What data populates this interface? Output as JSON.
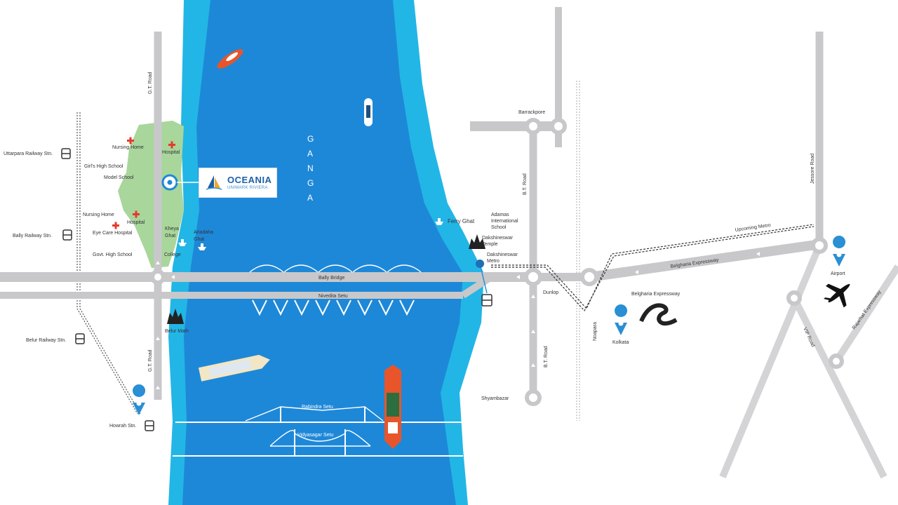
{
  "colors": {
    "river_dark": "#1e88d8",
    "river_light": "#22b6e6",
    "road": "#c8c8ca",
    "green": "#a8d69b",
    "pin": "#2a8fd4",
    "hospital": "#e63a2e"
  },
  "river": {
    "name_letters": [
      "G",
      "A",
      "N",
      "G",
      "A"
    ]
  },
  "brand": {
    "name": "OCEANIA",
    "subtitle": "UNIMARK RIVIERA"
  },
  "labels": {
    "gt_road_top": "G.T. Road",
    "gt_road_bottom": "G.T. Road",
    "bt_road_top": "B.T. Road",
    "bt_road_bottom": "B.T. Road",
    "jessore_road": "Jessore Road",
    "vip_road": "VIP Road",
    "rajarhat_expressway": "Rajarhat Expressway",
    "belgharia_expressway_road": "Belgharia Expressway",
    "belgharia_expressway_icon": "Belgharia Expressway",
    "upcoming_metro": "Upcoming Metro",
    "bally_bridge": "Bally Bridge",
    "nivedita_setu": "Nivedita Setu",
    "rabindra_setu": "Rabindra Setu",
    "vidyasagar_setu": "Vidyasagar Setu",
    "noapara": "Noapara",
    "barrackpore": "Barrackpore",
    "dunlop": "Dunlop",
    "shyambazar": "Shyambazar",
    "kolkata": "Kolkata",
    "airport": "Airport",
    "uttarpara_stn": "Uttarpara Railway Stn.",
    "bally_stn": "Bally Railway Stn.",
    "belur_stn": "Belur Railway Stn.",
    "howrah_stn": "Howrah Stn.",
    "nursing_home_1": "Nursing Home",
    "hospital_1": "Hospital",
    "girls_high_school": "Girl's High School",
    "model_school": "Model School",
    "nursing_home_2": "Nursing Home",
    "hospital_2": "Hospital",
    "eye_care_hospital": "Eye Care Hospital",
    "govt_high_school": "Govt. High School",
    "kheya_ghat_1": "Kheya",
    "kheya_ghat_2": "Ghat",
    "college": "College",
    "ariadaha_ghat_1": "Ariadaha",
    "ariadaha_ghat_2": "Ghat",
    "belur_math": "Belur Math",
    "ferry_ghat": "Ferry Ghat",
    "adamas_1": "Adamas",
    "adamas_2": "International",
    "adamas_3": "School",
    "dakshineswar_temple_1": "Dakshineswar",
    "dakshineswar_temple_2": "Temple",
    "dakshineswar_metro_1": "Dakshineswar",
    "dakshineswar_metro_2": "Metro"
  }
}
